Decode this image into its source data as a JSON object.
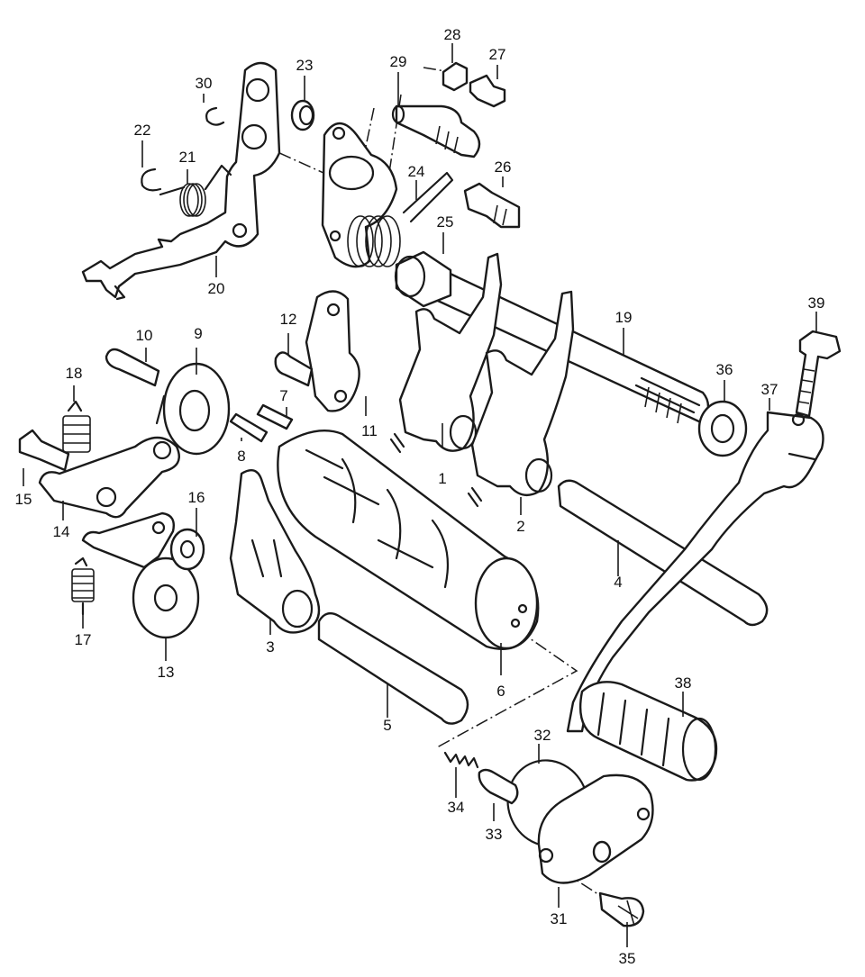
{
  "diagram": {
    "labels": {
      "p1": "1",
      "p2": "2",
      "p3": "3",
      "p4": "4",
      "p5": "5",
      "p6": "6",
      "p7": "7",
      "p8": "8",
      "p9": "9",
      "p10": "10",
      "p11": "11",
      "p12": "12",
      "p13": "13",
      "p14": "14",
      "p15": "15",
      "p16": "16",
      "p17": "17",
      "p18": "18",
      "p19": "19",
      "p20": "20",
      "p21": "21",
      "p22": "22",
      "p23": "23",
      "p24": "24",
      "p25": "25",
      "p26": "26",
      "p27": "27",
      "p28": "28",
      "p29": "29",
      "p30": "30",
      "p31": "31",
      "p32": "32",
      "p33": "33",
      "p34": "34",
      "p35": "35",
      "p36": "36",
      "p37": "37",
      "p38": "38",
      "p39": "39"
    }
  }
}
